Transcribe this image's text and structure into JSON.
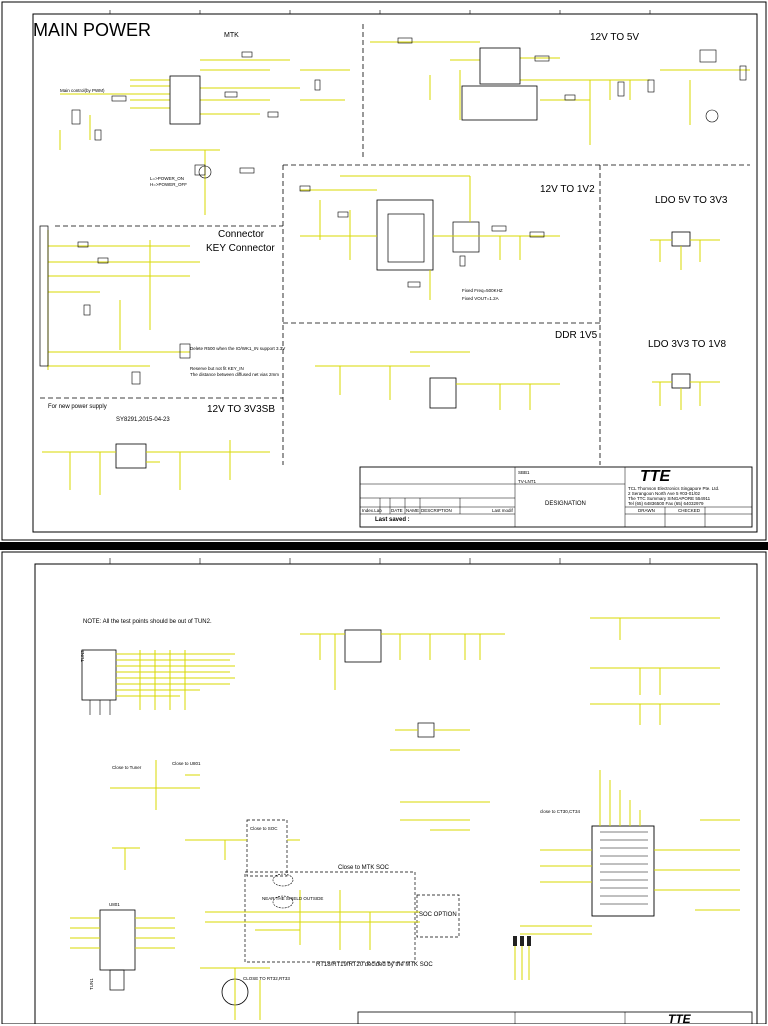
{
  "sheet1": {
    "title": "MAIN POWER",
    "sections": {
      "mtk": "MTK",
      "v12_to_5v": "12V TO 5V",
      "v12_to_1v2": "12V TO 1V2",
      "ldo_5v_3v3": "LDO 5V TO 3V3",
      "connector": "Connector",
      "key_connector": "KEY Connector",
      "ddr": "DDR  1V5",
      "ldo_3v3_1v8": "LDO 3V3 TO 1V8",
      "new_power": "For new power supply",
      "v12_to_3v3sb": "12V TO 3V3SB",
      "sy_note": "SY8291,2015-04-23"
    },
    "small_notes": {
      "backlight": "Main control(by PWM)",
      "lo_power": "L=>POWER_ON",
      "hi_power": "H=>POWER_OFF",
      "delete_note": "Delete R500 when the IO/WK1_IN support 3.3V",
      "reserve_note": "Reserve but not fit KEY_IN",
      "distance_note": "The distance between diffused net vias 2mm",
      "fixed_freq": "Fixed Freq=500KHZ",
      "fixed_vout": "Fixed VOUT=1.2A"
    },
    "title_block": {
      "logo": "TTE",
      "company": "TCL Thomson Electronics Singapore Pte. Ltd.",
      "addr": "2 Serangoon North Ave 5 #03-01/02",
      "team": "The TTC Summary SINGAPORE 554911",
      "tel": "Tel (65) 64836500 Fax (65) 64032979",
      "cols": [
        "Index.Lab",
        "DATE",
        "NAME",
        "DESCRIPTION",
        "Last modif"
      ],
      "designation": "DESIGNATION",
      "last_saved": "Last saved :",
      "drawn": "DRAWN",
      "checked": "CHECKED",
      "model": "TV-LNT1",
      "board": "SBB1"
    }
  },
  "sheet2": {
    "note": "NOTE: All the test points should be out of TUN2.",
    "close_mtk": "Close to MTK SOC",
    "soc_option": "SOC  OPTION",
    "rt_note": "RT18/RT19/RT20  decided by the MTK SOC",
    "close_tuner": "Close to Tuner",
    "close_u801": "Close to U801",
    "close_soc": "Close to SOC",
    "close_ct": "close to CT30,CT34",
    "close_rt": "CLOSE TO RT32,RT33",
    "shield_note": "NEAR THE SHIELD OUTSIDE",
    "tun1": "TUN1",
    "tun2": "TUN2",
    "u801": "U801",
    "logo": "TTE"
  },
  "colors": {
    "wire": "#d8d800",
    "ink": "#000000",
    "net": "#2f2fa8",
    "dot": "#000000"
  }
}
